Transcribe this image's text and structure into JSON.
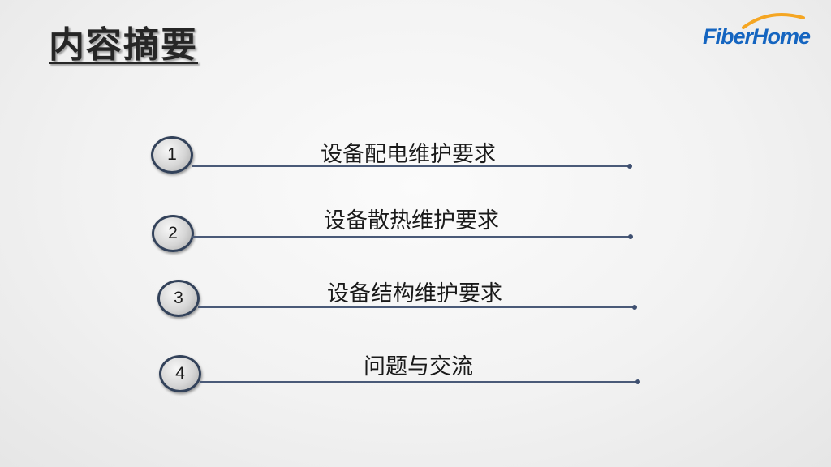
{
  "title": "内容摘要",
  "logo": {
    "text": "FiberHome",
    "color": "#1565c0",
    "swoosh_color": "#f5a623"
  },
  "items": [
    {
      "number": "1",
      "label": "设备配电维护要求"
    },
    {
      "number": "2",
      "label": "设备散热维护要求"
    },
    {
      "number": "3",
      "label": "设备结构维护要求"
    },
    {
      "number": "4",
      "label": "问题与交流"
    }
  ]
}
